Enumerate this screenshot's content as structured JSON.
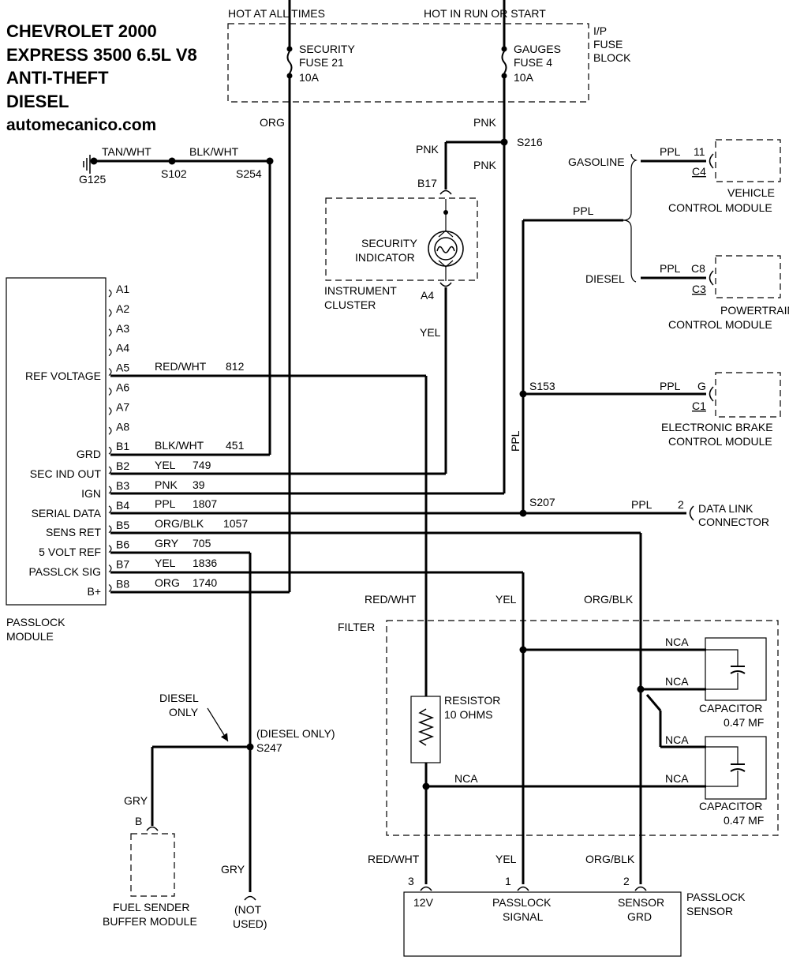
{
  "title": {
    "line1": "CHEVROLET 2000",
    "line2": "EXPRESS 3500 6.5L V8",
    "line3": "ANTI-THEFT",
    "line4": "DIESEL",
    "site": "automecanico.com"
  },
  "fuse_block": {
    "hot_all": "HOT AT ALL TIMES",
    "hot_run": "HOT IN RUN OR START",
    "label1": "I/P",
    "label2": "FUSE",
    "label3": "BLOCK",
    "fuse21_name": "SECURITY",
    "fuse21_num": "FUSE 21",
    "fuse21_amp": "10A",
    "fuse4_name": "GAUGES",
    "fuse4_num": "FUSE 4",
    "fuse4_amp": "10A"
  },
  "ground": {
    "g125": "G125",
    "s102": "S102",
    "s254": "S254",
    "tan_wht": "TAN/WHT",
    "blk_wht": "BLK/WHT"
  },
  "wires": {
    "org": "ORG",
    "pnk1": "PNK",
    "pnk2": "PNK",
    "pnk3": "PNK",
    "s216": "S216",
    "b17": "B17",
    "a4": "A4",
    "yel": "YEL",
    "ppl_top": "PPL",
    "ppl_vert": "PPL",
    "s153": "S153",
    "s207": "S207",
    "ppl_dlc": "PPL",
    "dlc_pin": "2"
  },
  "cluster": {
    "security1": "SECURITY",
    "security2": "INDICATOR",
    "cluster1": "INSTRUMENT",
    "cluster2": "CLUSTER"
  },
  "modules": {
    "gasoline": "GASOLINE",
    "diesel": "DIESEL",
    "vcm_ppl": "PPL",
    "vcm_pin": "11",
    "vcm_conn": "C4",
    "vcm1": "VEHICLE",
    "vcm2": "CONTROL MODULE",
    "pcm_ppl": "PPL",
    "pcm_pin": "C8",
    "pcm_conn": "C3",
    "pcm1": "POWERTRAIN",
    "pcm2": "CONTROL MODULE",
    "ebcm_ppl": "PPL",
    "ebcm_pin": "G",
    "ebcm_conn": "C1",
    "ebcm1": "ELECTRONIC BRAKE",
    "ebcm2": "CONTROL MODULE",
    "dlc1": "DATA LINK",
    "dlc2": "CONNECTOR"
  },
  "passlock": {
    "label1": "PASSLOCK",
    "label2": "MODULE",
    "ref_voltage": "REF VOLTAGE",
    "grd": "GRD",
    "sec_ind_out": "SEC IND OUT",
    "ign": "IGN",
    "serial_data": "SERIAL DATA",
    "sens_ret": "SENS RET",
    "volt_ref": "5 VOLT REF",
    "passlck_sig": "PASSLCK SIG",
    "bplus": "B+",
    "pins": [
      "A1",
      "A2",
      "A3",
      "A4",
      "A5",
      "A6",
      "A7",
      "A8",
      "B1",
      "B2",
      "B3",
      "B4",
      "B5",
      "B6",
      "B7",
      "B8"
    ],
    "wire_colors": {
      "a5": "RED/WHT",
      "b1": "BLK/WHT",
      "b2": "YEL",
      "b3": "PNK",
      "b4": "PPL",
      "b5": "ORG/BLK",
      "b6": "GRY",
      "b7": "YEL",
      "b8": "ORG"
    },
    "circuits": {
      "a5": "812",
      "b1": "451",
      "b2": "749",
      "b3": "39",
      "b4": "1807",
      "b5": "1057",
      "b6": "705",
      "b7": "1836",
      "b8": "1740"
    }
  },
  "filter": {
    "label": "FILTER",
    "red_wht": "RED/WHT",
    "yel": "YEL",
    "org_blk": "ORG/BLK",
    "resistor1": "RESISTOR",
    "resistor2": "10 OHMS",
    "nca": "NCA",
    "cap1": "CAPACITOR",
    "cap_val": "0.47 MF"
  },
  "sensor": {
    "red_wht": "RED/WHT",
    "yel": "YEL",
    "org_blk": "ORG/BLK",
    "pin3": "3",
    "pin1": "1",
    "pin2": "2",
    "v12": "12V",
    "signal1": "PASSLOCK",
    "signal2": "SIGNAL",
    "grd1": "SENSOR",
    "grd2": "GRD",
    "label1": "PASSLOCK",
    "label2": "SENSOR"
  },
  "diesel_branch": {
    "diesel": "DIESEL",
    "only": "ONLY",
    "diesel_only": "(DIESEL ONLY)",
    "s247": "S247",
    "gry1": "GRY",
    "gry2": "GRY",
    "pin_b": "B",
    "fsbm1": "FUEL SENDER",
    "fsbm2": "BUFFER MODULE",
    "not1": "(NOT",
    "not2": "USED)"
  }
}
